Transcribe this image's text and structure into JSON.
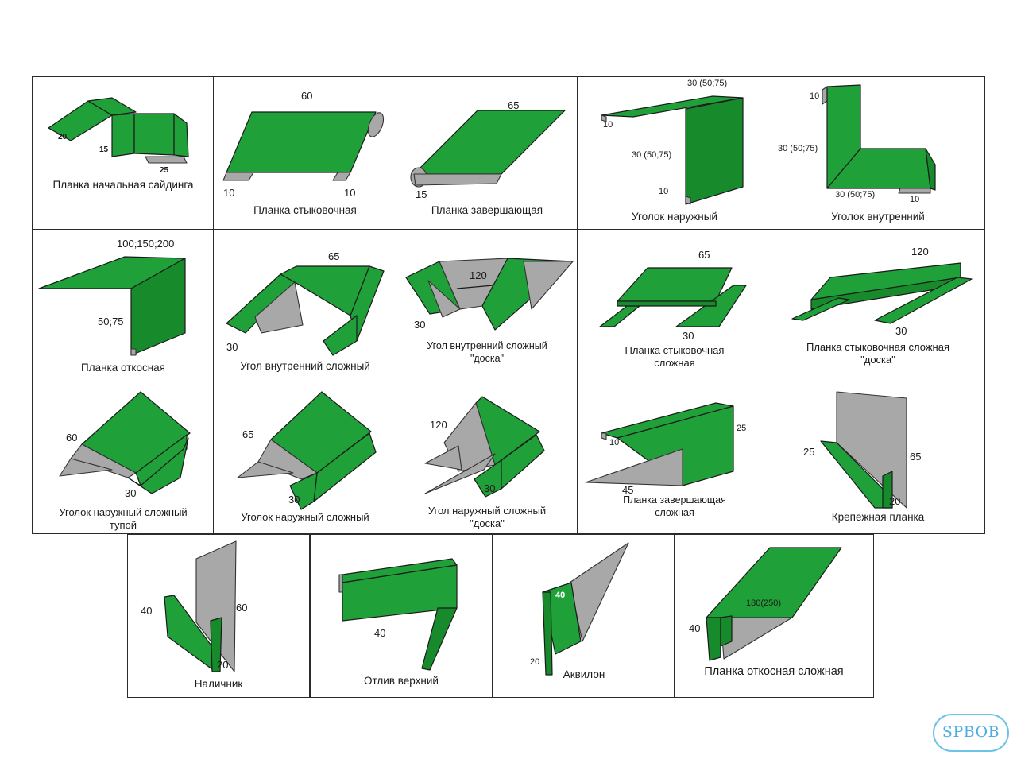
{
  "colors": {
    "profile": "#1fa038",
    "profile_dark": "#178a2c",
    "shade": "#a8a8a8",
    "border": "#2b2b2b",
    "logo": "#4aaee0"
  },
  "logo": {
    "text": "SPBOB"
  },
  "items": [
    {
      "label": "Планка начальная сайдинга",
      "dims": [
        "20",
        "15",
        "25"
      ]
    },
    {
      "label": "Планка стыковочная",
      "dims": [
        "60",
        "10",
        "10"
      ]
    },
    {
      "label": "Планка завершающая",
      "dims": [
        "65",
        "15"
      ]
    },
    {
      "label": "Уголок наружный",
      "dims": [
        "30 (50;75)",
        "10",
        "30 (50;75)",
        "10"
      ]
    },
    {
      "label": "Уголок внутренний",
      "dims": [
        "10",
        "30 (50;75)",
        "30 (50;75)",
        "10"
      ]
    },
    {
      "label": "Планка откосная",
      "dims": [
        "100;150;200",
        "50;75"
      ]
    },
    {
      "label": "Угол внутренний сложный",
      "dims": [
        "65",
        "30"
      ]
    },
    {
      "label_lines": [
        "Угол внутренний сложный",
        "\"доска\""
      ],
      "dims": [
        "120",
        "30"
      ]
    },
    {
      "label_lines": [
        "Планка стыковочная",
        "сложная"
      ],
      "dims": [
        "65",
        "30"
      ]
    },
    {
      "label_lines": [
        "Планка стыковочная сложная",
        "\"доска\""
      ],
      "dims": [
        "120",
        "30"
      ]
    },
    {
      "label_lines": [
        "Уголок наружный сложный",
        "тупой"
      ],
      "dims": [
        "60",
        "30"
      ]
    },
    {
      "label": "Уголок наружный сложный",
      "dims": [
        "65",
        "30"
      ]
    },
    {
      "label_lines": [
        "Угол наружный сложный",
        "\"доска\""
      ],
      "dims": [
        "120",
        "30"
      ]
    },
    {
      "label_lines": [
        "Планка завершающая",
        "сложная"
      ],
      "dims": [
        "10",
        "25",
        "45"
      ]
    },
    {
      "label": "Крепежная планка",
      "dims": [
        "25",
        "65",
        "20"
      ]
    },
    {
      "label": "Наличник",
      "dims": [
        "40",
        "60",
        "20"
      ]
    },
    {
      "label": "Отлив верхний",
      "dims": [
        "40"
      ]
    },
    {
      "label": "Аквилон",
      "dims": [
        "40",
        "20"
      ]
    },
    {
      "label": "Планка откосная сложная",
      "dims": [
        "180(250)",
        "40"
      ]
    }
  ]
}
